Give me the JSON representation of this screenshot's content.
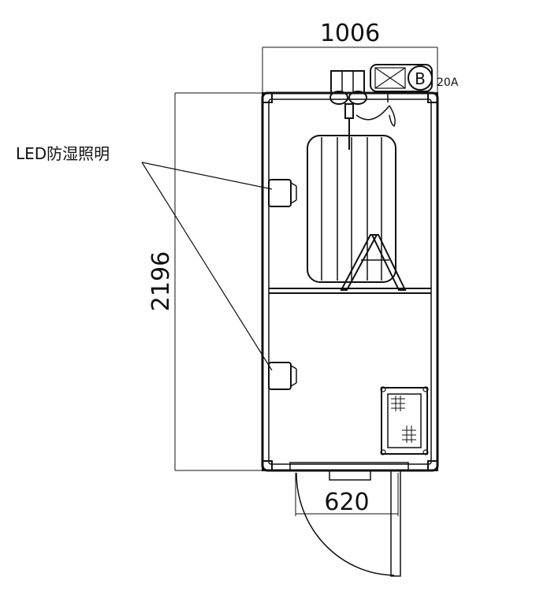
{
  "dimensions": {
    "width": "1006",
    "depth": "2196",
    "door": "620"
  },
  "callout": {
    "label": "LED防湿照明"
  },
  "breaker": {
    "letter": "B",
    "rating": "20A"
  },
  "colors": {
    "line": "#111111",
    "background": "#ffffff"
  }
}
